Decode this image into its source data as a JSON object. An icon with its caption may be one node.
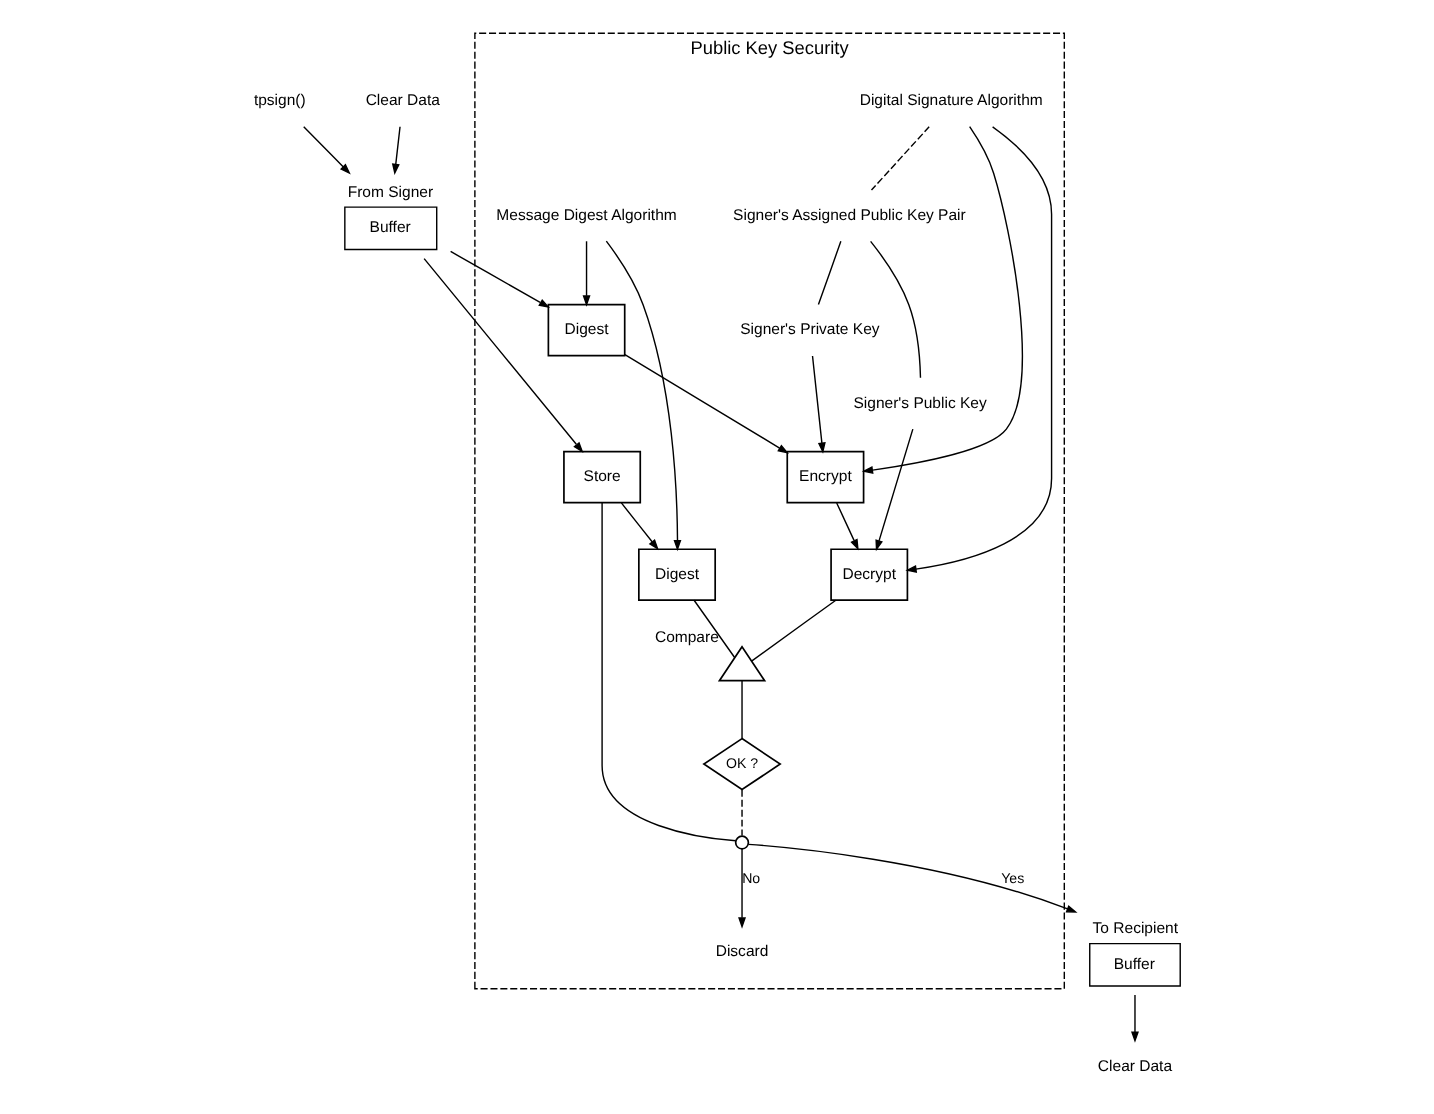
{
  "diagram": {
    "nodes": [
      {
        "text": [
          "tpsign()"
        ]
      },
      {
        "text": [
          "Clear Data"
        ]
      },
      {
        "text": [
          "Buffer"
        ],
        "beside": [
          "From Signer"
        ]
      },
      {
        "text": [
          "Buffer"
        ],
        "beside": [
          "To Recipient"
        ]
      },
      {
        "text": [
          "Clear Data"
        ]
      },
      {
        "text": [
          "Public Key Security"
        ]
      },
      {
        "text": [
          "Digital Signature Algorithm"
        ],
        "in": 5
      },
      {
        "text": [
          "Discard"
        ],
        "in": 5
      },
      {
        "text": [],
        "shape": "circle",
        "in": 5
      },
      {
        "text": [
          "OK ?"
        ],
        "in": 5
      },
      {
        "text": [
          "Store"
        ],
        "in": 5
      },
      {
        "text": [],
        "shape": "triangle",
        "beside": [
          "Compare"
        ],
        "in": 5
      },
      {
        "text": [
          "Digest"
        ],
        "in": 5
      },
      {
        "text": [
          "Encrypt"
        ],
        "in": 5
      },
      {
        "text": [
          "Decrypt"
        ],
        "in": 5
      },
      {
        "text": [
          "Signer's Private Key"
        ],
        "in": 5
      },
      {
        "text": [
          "Signer's Public Key"
        ],
        "in": 5
      },
      {
        "text": [
          "Digest"
        ],
        "in": 5
      },
      {
        "text": [
          "Signer's Assigned Public Key Pair"
        ],
        "in": 5
      },
      {
        "text": [
          "Message Digest Algorithm"
        ],
        "in": 5
      }
    ],
    "edges": [
      {
        "from": 0,
        "to": 2,
        "arrow": "to"
      },
      {
        "from": 1,
        "to": 2,
        "arrow": "to"
      },
      {
        "from": 3,
        "to": 4,
        "arrow": "to"
      },
      {
        "from": 2,
        "to": 10,
        "arrow": "to"
      },
      {
        "from": 2,
        "to": 12,
        "arrow": "to"
      },
      {
        "from": 12,
        "to": 13,
        "arrow": "to"
      },
      {
        "from": 13,
        "to": 14,
        "arrow": "to"
      },
      {
        "from": 6,
        "to": 13,
        "arrow": "to"
      },
      {
        "from": 6,
        "to": 14,
        "arrow": "to"
      },
      {
        "from": 6,
        "to": 18,
        "arrow": "none",
        "style": "dashed"
      },
      {
        "from": 15,
        "to": 13,
        "arrow": "to"
      },
      {
        "from": 16,
        "to": 14,
        "arrow": "to"
      },
      {
        "from": 18,
        "to": 15,
        "arrow": "none"
      },
      {
        "from": 18,
        "to": 16,
        "arrow": "none"
      },
      {
        "from": 19,
        "to": 12,
        "arrow": "to"
      },
      {
        "from": 19,
        "to": 17,
        "arrow": "to"
      },
      {
        "from": 10,
        "to": 17,
        "arrow": "to"
      },
      {
        "from": 14,
        "to": 11,
        "arrow": "none"
      },
      {
        "from": 17,
        "to": 11,
        "arrow": "none"
      },
      {
        "from": 11,
        "to": 9,
        "arrow": "none"
      },
      {
        "from": 9,
        "to": 8,
        "arrow": "none",
        "style": "dashed"
      },
      {
        "from": 10,
        "to": 8,
        "arrow": "none"
      },
      {
        "from": 8,
        "to": 3,
        "arrow": "to",
        "label": "Yes"
      },
      {
        "from": 8,
        "to": 7,
        "arrow": "to",
        "label": "No"
      }
    ]
  }
}
